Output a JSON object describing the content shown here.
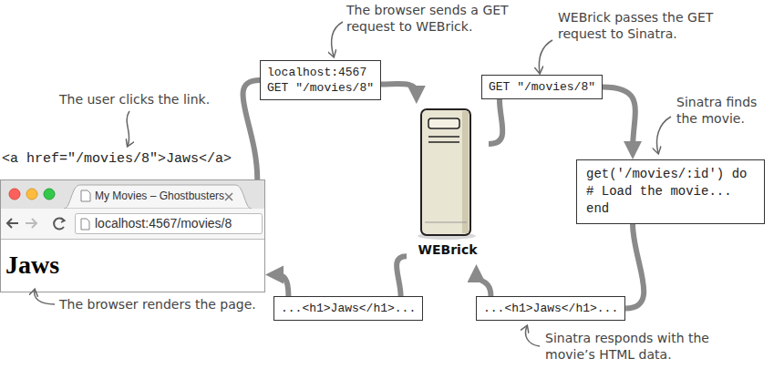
{
  "diagram": {
    "nodes": [
      {
        "text": [
          "My Movies – Ghostbusters",
          "localhost:4567/movies/8",
          "Jaws"
        ]
      },
      {
        "text": [
          "localhost:4567 GET \"/movies/8\""
        ]
      },
      {
        "text": [
          "WEBrick"
        ]
      },
      {
        "text": [
          "GET \"/movies/8\""
        ]
      },
      {
        "text": [
          "get('/movies/:id') do # Load the movie... end"
        ]
      },
      {
        "text": [
          "...<h1>Jaws</h1>..."
        ]
      },
      {
        "text": [
          "...<h1>Jaws</h1>..."
        ]
      }
    ],
    "edges": [
      {
        "from": 0,
        "to": 1,
        "arrow": "none"
      },
      {
        "from": 1,
        "to": 2,
        "arrow": "to"
      },
      {
        "from": 2,
        "to": 3,
        "arrow": "none"
      },
      {
        "from": 3,
        "to": 4,
        "arrow": "to"
      },
      {
        "from": 4,
        "to": 5,
        "arrow": "none"
      },
      {
        "from": 5,
        "to": 2,
        "arrow": "to"
      },
      {
        "from": 2,
        "to": 6,
        "arrow": "none"
      },
      {
        "from": 6,
        "to": 0,
        "arrow": "to"
      }
    ],
    "labels": [
      "The user clicks the link.",
      "<a href=\"/movies/8\">Jaws</a>",
      "The browser sends a GET request to WEBrick.",
      "WEBrick passes the GET request to Sinatra.",
      "Sinatra finds the movie.",
      "Sinatra responds with the movie’s HTML data.",
      "The browser renders the page."
    ]
  }
}
